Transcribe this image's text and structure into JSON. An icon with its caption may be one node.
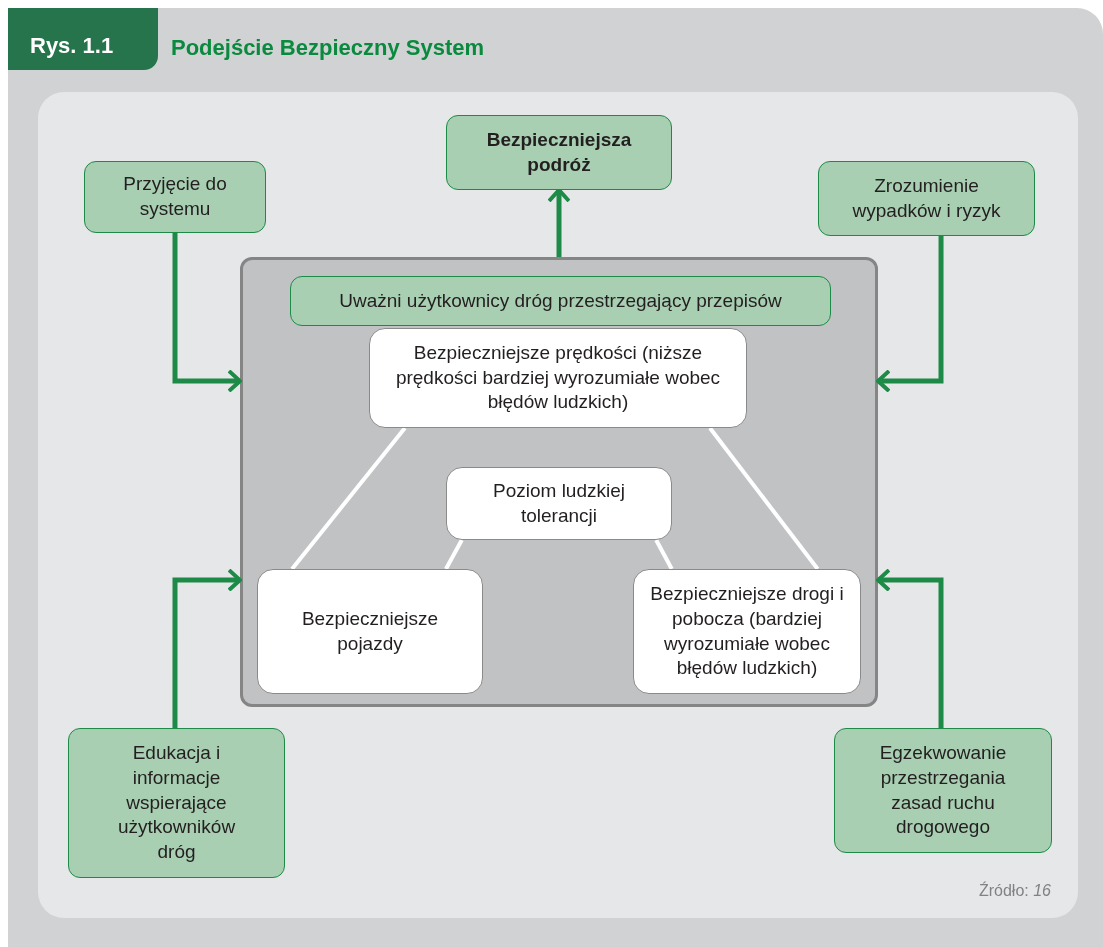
{
  "diagram": {
    "title": "Podejście Bezpieczny System",
    "caption": "Źródło: *16*",
    "nodes": [
      {
        "text": [
          "Bezpieczniejsza podróż"
        ]
      },
      {
        "text": [
          "Przyjęcie do systemu"
        ]
      },
      {
        "text": [
          "Zrozumienie wypadków i ryzyk"
        ]
      },
      {
        "text": [],
        "shape": "box"
      },
      {
        "text": [
          "Uważni użytkownicy dróg przestrzegający przepisów"
        ],
        "in": 3
      },
      {
        "text": [
          "Bezpieczniejsze prędkości (niższe prędkości bardziej wyrozumiałe wobec błędów ludzkich)"
        ],
        "in": 3
      },
      {
        "text": [
          "Poziom ludzkiej tolerancji"
        ],
        "in": 3
      },
      {
        "text": [
          "Bezpieczniejsze pojazdy"
        ],
        "in": 3
      },
      {
        "text": [
          "Bezpieczniejsze drogi i pobocza (bardziej wyrozumiałe wobec błędów ludzkich)"
        ],
        "in": 3
      },
      {
        "text": [
          "Edukacja i informacje wspierające użytkowników dróg"
        ]
      },
      {
        "text": [
          "Egzekwowanie przestrzegania zasad ruchu drogowego"
        ]
      }
    ],
    "edges": [
      {
        "from": 3,
        "to": 0,
        "arrow": "to"
      },
      {
        "from": 1,
        "to": 3,
        "arrow": "to"
      },
      {
        "from": 2,
        "to": 3,
        "arrow": "to"
      },
      {
        "from": 9,
        "to": 3,
        "arrow": "to"
      },
      {
        "from": 10,
        "to": 3,
        "arrow": "to"
      },
      {
        "from": 5,
        "to": 7,
        "arrow": "none",
        "color": "#ffffff"
      },
      {
        "from": 6,
        "to": 7,
        "arrow": "none",
        "color": "#ffffff"
      },
      {
        "from": 6,
        "to": 8,
        "arrow": "none",
        "color": "#ffffff"
      },
      {
        "from": 5,
        "to": 8,
        "arrow": "none",
        "color": "#ffffff"
      }
    ],
    "labels": [
      "Rys. 1.1"
    ]
  }
}
